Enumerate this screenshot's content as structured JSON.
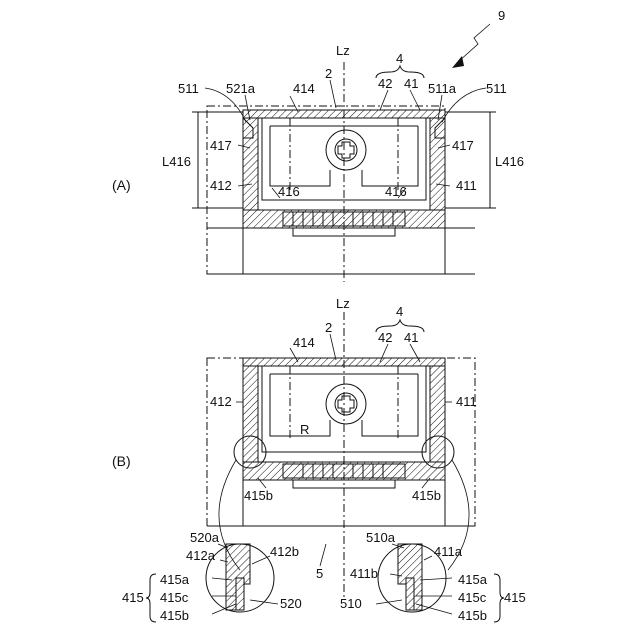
{
  "figure": {
    "number": "9",
    "panels": {
      "a": {
        "tag": "(A)"
      },
      "b": {
        "tag": "(B)"
      }
    },
    "labels": {
      "lz": "Lz",
      "n2": "2",
      "n4": "4",
      "n42": "42",
      "n41": "41",
      "n414": "414",
      "n511": "511",
      "n521a": "521a",
      "n511a": "511a",
      "n417": "417",
      "n412": "412",
      "n411": "411",
      "n416": "416",
      "l416": "L416",
      "r": "R",
      "n415b": "415b",
      "n520a": "520a",
      "n412a": "412a",
      "n412b": "412b",
      "n5": "5",
      "n510a": "510a",
      "n411a": "411a",
      "n411b": "411b",
      "n415": "415",
      "n415a": "415a",
      "n415c": "415c",
      "n520": "520",
      "n510": "510"
    }
  }
}
